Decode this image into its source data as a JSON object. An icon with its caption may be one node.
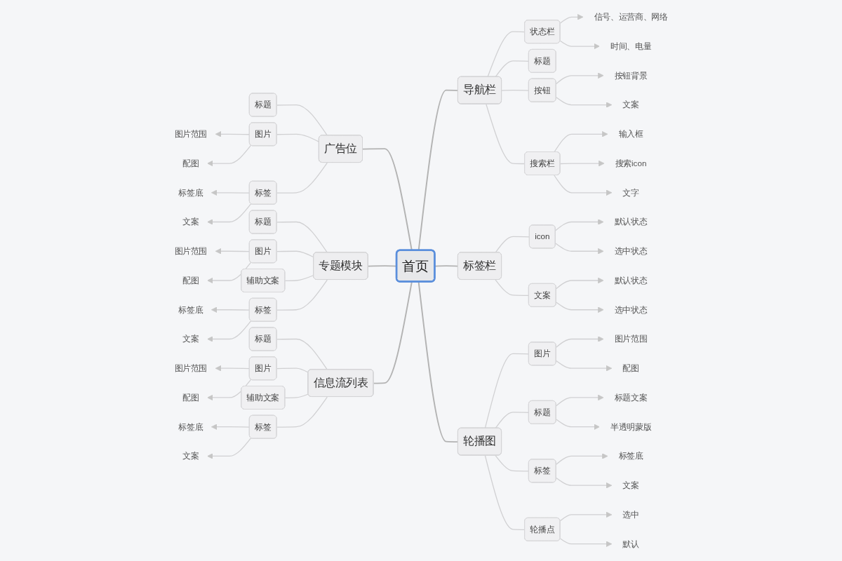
{
  "diagram": {
    "nodes": [
      {
        "text": [
          "首页"
        ]
      },
      {
        "text": [
          "广告位"
        ]
      },
      {
        "text": [
          "标题"
        ]
      },
      {
        "text": [
          "图片"
        ]
      },
      {
        "text": [
          "图片范围"
        ]
      },
      {
        "text": [
          "配图"
        ]
      },
      {
        "text": [
          "标签"
        ]
      },
      {
        "text": [
          "标签底"
        ]
      },
      {
        "text": [
          "文案"
        ]
      },
      {
        "text": [
          "专题模块"
        ]
      },
      {
        "text": [
          "标题"
        ]
      },
      {
        "text": [
          "图片"
        ]
      },
      {
        "text": [
          "图片范围"
        ]
      },
      {
        "text": [
          "配图"
        ]
      },
      {
        "text": [
          "辅助文案"
        ]
      },
      {
        "text": [
          "标签"
        ]
      },
      {
        "text": [
          "标签底"
        ]
      },
      {
        "text": [
          "文案"
        ]
      },
      {
        "text": [
          "信息流列表"
        ]
      },
      {
        "text": [
          "标题"
        ]
      },
      {
        "text": [
          "图片"
        ]
      },
      {
        "text": [
          "图片范围"
        ]
      },
      {
        "text": [
          "配图"
        ]
      },
      {
        "text": [
          "辅助文案"
        ]
      },
      {
        "text": [
          "标签"
        ]
      },
      {
        "text": [
          "标签底"
        ]
      },
      {
        "text": [
          "文案"
        ]
      },
      {
        "text": [
          "导航栏"
        ]
      },
      {
        "text": [
          "状态栏"
        ]
      },
      {
        "text": [
          "信号、运营商、网络"
        ]
      },
      {
        "text": [
          "时间、电量"
        ]
      },
      {
        "text": [
          "标题"
        ]
      },
      {
        "text": [
          "按钮"
        ]
      },
      {
        "text": [
          "按钮背景"
        ]
      },
      {
        "text": [
          "文案"
        ]
      },
      {
        "text": [
          "搜索栏"
        ]
      },
      {
        "text": [
          "输入框"
        ]
      },
      {
        "text": [
          "搜索icon"
        ]
      },
      {
        "text": [
          "文字"
        ]
      },
      {
        "text": [
          "标签栏"
        ]
      },
      {
        "text": [
          "icon"
        ]
      },
      {
        "text": [
          "默认状态"
        ]
      },
      {
        "text": [
          "选中状态"
        ]
      },
      {
        "text": [
          "文案"
        ]
      },
      {
        "text": [
          "默认状态"
        ]
      },
      {
        "text": [
          "选中状态"
        ]
      },
      {
        "text": [
          "轮播图"
        ]
      },
      {
        "text": [
          "图片"
        ]
      },
      {
        "text": [
          "图片范围"
        ]
      },
      {
        "text": [
          "配图"
        ]
      },
      {
        "text": [
          "标题"
        ]
      },
      {
        "text": [
          "标题文案"
        ]
      },
      {
        "text": [
          "半透明蒙版"
        ]
      },
      {
        "text": [
          "标签"
        ]
      },
      {
        "text": [
          "标签底"
        ]
      },
      {
        "text": [
          "文案"
        ]
      },
      {
        "text": [
          "轮播点"
        ]
      },
      {
        "text": [
          "选中"
        ]
      },
      {
        "text": [
          "默认"
        ]
      }
    ],
    "edges": [
      {
        "from": 0,
        "to": 1,
        "arrow": "none",
        "color": "#b3b3b3"
      },
      {
        "from": 1,
        "to": 2,
        "arrow": "none"
      },
      {
        "from": 1,
        "to": 3,
        "arrow": "none"
      },
      {
        "from": 3,
        "to": 4,
        "arrow": "to"
      },
      {
        "from": 3,
        "to": 5,
        "arrow": "to"
      },
      {
        "from": 1,
        "to": 6,
        "arrow": "none"
      },
      {
        "from": 6,
        "to": 7,
        "arrow": "to"
      },
      {
        "from": 6,
        "to": 8,
        "arrow": "to"
      },
      {
        "from": 0,
        "to": 9,
        "arrow": "none",
        "color": "#b3b3b3"
      },
      {
        "from": 9,
        "to": 10,
        "arrow": "none"
      },
      {
        "from": 9,
        "to": 11,
        "arrow": "none"
      },
      {
        "from": 11,
        "to": 12,
        "arrow": "to"
      },
      {
        "from": 11,
        "to": 13,
        "arrow": "to"
      },
      {
        "from": 9,
        "to": 14,
        "arrow": "none"
      },
      {
        "from": 9,
        "to": 15,
        "arrow": "none"
      },
      {
        "from": 15,
        "to": 16,
        "arrow": "to"
      },
      {
        "from": 15,
        "to": 17,
        "arrow": "to"
      },
      {
        "from": 0,
        "to": 18,
        "arrow": "none",
        "color": "#b3b3b3"
      },
      {
        "from": 18,
        "to": 19,
        "arrow": "none"
      },
      {
        "from": 18,
        "to": 20,
        "arrow": "none"
      },
      {
        "from": 20,
        "to": 21,
        "arrow": "to"
      },
      {
        "from": 20,
        "to": 22,
        "arrow": "to"
      },
      {
        "from": 18,
        "to": 23,
        "arrow": "none"
      },
      {
        "from": 18,
        "to": 24,
        "arrow": "none"
      },
      {
        "from": 24,
        "to": 25,
        "arrow": "to"
      },
      {
        "from": 24,
        "to": 26,
        "arrow": "to"
      },
      {
        "from": 0,
        "to": 27,
        "arrow": "none",
        "color": "#b3b3b3"
      },
      {
        "from": 27,
        "to": 28,
        "arrow": "none"
      },
      {
        "from": 28,
        "to": 29,
        "arrow": "to"
      },
      {
        "from": 28,
        "to": 30,
        "arrow": "to"
      },
      {
        "from": 27,
        "to": 31,
        "arrow": "none"
      },
      {
        "from": 27,
        "to": 32,
        "arrow": "none"
      },
      {
        "from": 32,
        "to": 33,
        "arrow": "to"
      },
      {
        "from": 32,
        "to": 34,
        "arrow": "to"
      },
      {
        "from": 27,
        "to": 35,
        "arrow": "none"
      },
      {
        "from": 35,
        "to": 36,
        "arrow": "to"
      },
      {
        "from": 35,
        "to": 37,
        "arrow": "to"
      },
      {
        "from": 35,
        "to": 38,
        "arrow": "to"
      },
      {
        "from": 0,
        "to": 39,
        "arrow": "none",
        "color": "#b3b3b3"
      },
      {
        "from": 39,
        "to": 40,
        "arrow": "none"
      },
      {
        "from": 40,
        "to": 41,
        "arrow": "to"
      },
      {
        "from": 40,
        "to": 42,
        "arrow": "to"
      },
      {
        "from": 39,
        "to": 43,
        "arrow": "none"
      },
      {
        "from": 43,
        "to": 44,
        "arrow": "to"
      },
      {
        "from": 43,
        "to": 45,
        "arrow": "to"
      },
      {
        "from": 0,
        "to": 46,
        "arrow": "none",
        "color": "#b3b3b3"
      },
      {
        "from": 46,
        "to": 47,
        "arrow": "none"
      },
      {
        "from": 47,
        "to": 48,
        "arrow": "to"
      },
      {
        "from": 47,
        "to": 49,
        "arrow": "to"
      },
      {
        "from": 46,
        "to": 50,
        "arrow": "none"
      },
      {
        "from": 50,
        "to": 51,
        "arrow": "to"
      },
      {
        "from": 50,
        "to": 52,
        "arrow": "to"
      },
      {
        "from": 46,
        "to": 53,
        "arrow": "none"
      },
      {
        "from": 53,
        "to": 54,
        "arrow": "to"
      },
      {
        "from": 53,
        "to": 55,
        "arrow": "to"
      },
      {
        "from": 46,
        "to": 56,
        "arrow": "none"
      },
      {
        "from": 56,
        "to": 57,
        "arrow": "to"
      },
      {
        "from": 56,
        "to": 58,
        "arrow": "to"
      }
    ]
  }
}
